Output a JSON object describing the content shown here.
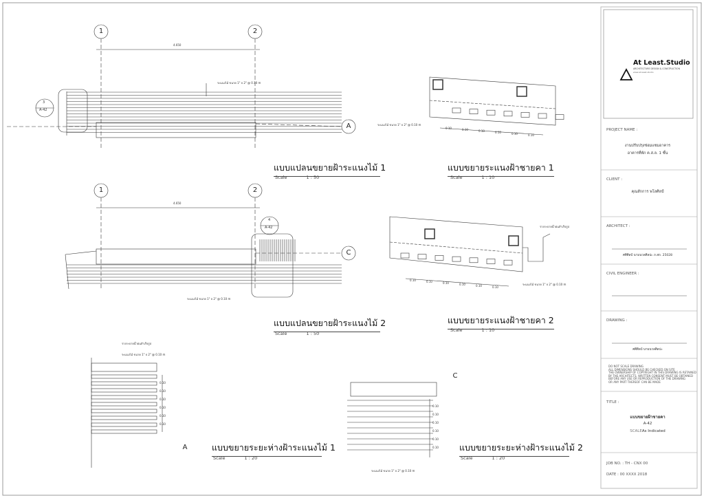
{
  "logo": {
    "name": "At Least.Studio",
    "tagline": "ARCHITECTURE DESIGN & CONSTRUCTION",
    "subline": "www.at-least.studio"
  },
  "title_block": {
    "project_label": "PROJECT NAME :",
    "project_lines": [
      "งานปรับปรุงซ่อมแซมอาคาร",
      "อาคารที่พัก ค.ส.ล. 1 ชั้น"
    ],
    "client_label": "CLIENT :",
    "client": "คุณสักการ พโลศิลป์",
    "architect_label": "ARCHITECT :",
    "architect": "ศศิศิลป์ นามนวลศิลปะ ภ.สถ. 25028",
    "civil_label": "CIVIL ENGINEER :",
    "drawing_label": "DRAWING :",
    "drawing_by": "ศศิศิลป์ นามนวลศิลปะ",
    "notes": [
      "DO NOT SCALE DRAWING",
      "ALL DIMENSIONS SHOULD BE CHECKED ON SITE",
      "THE OWNERSHIP OF COPYRIGHT IN THIS DRAWING IS RETAINED",
      "BY THE ARCHITECTS. WRITTEN CONSENT MUST BE OBTAINED",
      "BEFORE ANY USE OR REPRODUCTION OF THE DRAWING",
      "OR ANY PART THEREOF CAN BE MADE"
    ],
    "title_label": "TITLE :",
    "title": "แบบขยายฝ้าชายคา",
    "sheet": "A-42",
    "scale_label": "SCALE",
    "scale_value": "As Indicated",
    "job_no": "JOB NO. : TH - CNX 00",
    "date": "DATE : 00 XXXX 2018"
  },
  "views": [
    {
      "title": "แบบแปลนขยายฝ้าระแนงไม้ 1",
      "scale_label": "Scale",
      "scale": "1 : 50"
    },
    {
      "title": "แบบขยายระแนงฝ้าชายคา 1",
      "scale_label": "Scale",
      "scale": "1 : 10"
    },
    {
      "title": "แบบแปลนขยายฝ้าระแนงไม้ 2",
      "scale_label": "Scale",
      "scale": "1 : 50"
    },
    {
      "title": "แบบขยายระแนงฝ้าชายคา 2",
      "scale_label": "Scale",
      "scale": "1 : 10"
    },
    {
      "title": "แบบขยายระยะห่างฝ้าระแนงไม้ 1",
      "scale_label": "Scale",
      "scale": "1 : 20"
    },
    {
      "title": "แบบขยายระยะห่างฝ้าระแนงไม้ 2",
      "scale_label": "Scale",
      "scale": "1 : 20"
    }
  ],
  "grid": {
    "g1": "1",
    "g2": "2",
    "A": "A",
    "C": "C",
    "dim": "4.650"
  },
  "tags": [
    {
      "num": "3",
      "sheet": "A-42"
    },
    {
      "num": "4",
      "sheet": "A-42"
    }
  ],
  "annotations": {
    "slat": "ระแนงไม้ ขนาด 1\" x 2\" @ 0.10 m",
    "gutter": "รางระบายน้ำฝนสำเร็จรูป",
    "spacing": "0.10"
  }
}
